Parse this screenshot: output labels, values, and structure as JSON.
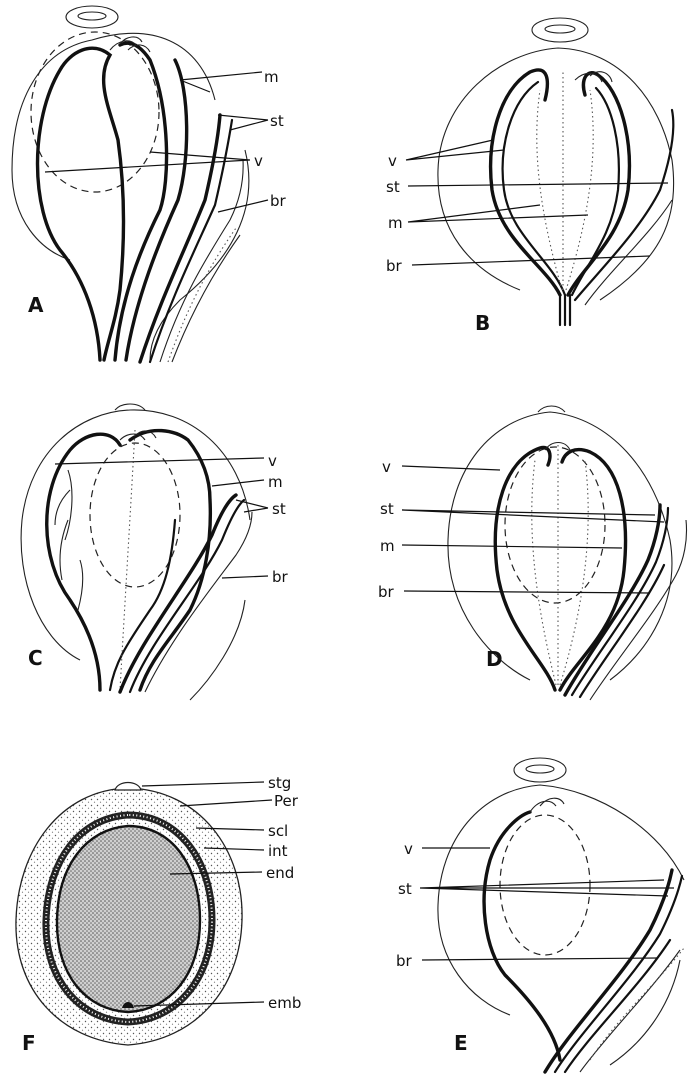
{
  "figure": {
    "panels": {
      "A": {
        "letter": "A",
        "labels": {
          "m": "m",
          "st": "st",
          "v": "v",
          "br": "br"
        }
      },
      "B": {
        "letter": "B",
        "labels": {
          "v": "v",
          "st": "st",
          "m": "m",
          "br": "br"
        }
      },
      "C": {
        "letter": "C",
        "labels": {
          "v": "v",
          "m": "m",
          "st": "st",
          "br": "br"
        }
      },
      "D": {
        "letter": "D",
        "labels": {
          "v": "v",
          "st": "st",
          "m": "m",
          "br": "br"
        }
      },
      "E": {
        "letter": "E",
        "labels": {
          "v": "v",
          "st": "st",
          "br": "br"
        }
      },
      "F": {
        "letter": "F",
        "labels": {
          "stg": "stg",
          "per": "Per",
          "scl": "scl",
          "int": "int",
          "end": "end",
          "emb": "emb"
        }
      }
    }
  }
}
